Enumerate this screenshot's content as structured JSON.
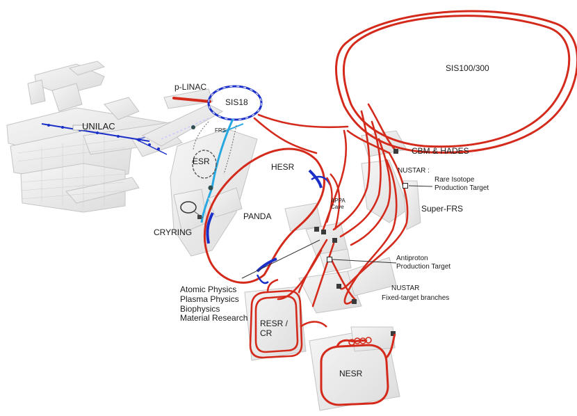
{
  "facilities": {
    "unilac": "UNILAC",
    "p_linac": "p-LINAC",
    "sis18": "SIS18",
    "frs": "FRS",
    "esr": "ESR",
    "cryring": "CRYRING",
    "hesr": "HESR",
    "panda": "PANDA",
    "appa_cave": [
      "APPA",
      "Cave"
    ],
    "sis100_300": "SIS100/300",
    "cbm_hades": "CBM & HADES",
    "nustar_rare": "NUSTAR :",
    "rare_isotope_target": [
      "Rare Isotope",
      "Production Target"
    ],
    "super_frs": "Super-FRS",
    "antiproton_target": [
      "Antiproton",
      "Production Target"
    ],
    "nustar_fixed": "NUSTAR",
    "fixed_target_branches": "Fixed-target branches",
    "appa_research": [
      "Atomic Physics",
      "Plasma Physics",
      "Biophysics",
      "Material Research"
    ],
    "resr_cr": [
      "RESR /",
      "CR"
    ],
    "nesr": "NESR"
  },
  "colors": {
    "beamline_red": "#d42a1c",
    "beamline_blue": "#1a2fc8",
    "beamline_cyan": "#27a8e0",
    "building_fill": "#ececec",
    "building_edge": "#c8c8c8"
  }
}
